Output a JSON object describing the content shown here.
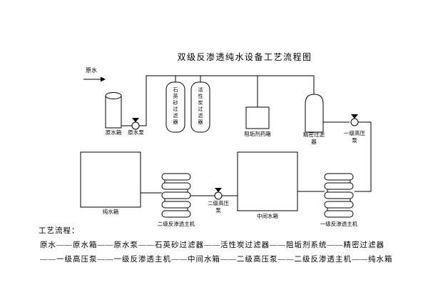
{
  "title": "双级反渗透纯水设备工艺流程图",
  "colors": {
    "line": "#000000",
    "background": "#ffffff"
  },
  "components": {
    "raw_water": "原水",
    "raw_water_tank": "原水箱",
    "raw_water_pump": "原水泵",
    "quartz_sand_filter": "石英砂过滤器",
    "activated_carbon_filter": "活性炭过滤器",
    "antiscalant_dosing_box": "阻垢剂药箱",
    "precision_filter": "精密过滤器",
    "stage1_hp_pump": "一级高压泵",
    "stage1_ro_unit": "一级反渗透主机",
    "intermediate_tank": "中间水箱",
    "stage2_hp_pump": "二级高压泵",
    "stage2_ro_unit": "二级反渗透主机",
    "pure_water_tank": "纯水箱"
  },
  "process_flow": {
    "heading": "工艺流程：",
    "line1": "原水——原水箱——原水泵——石英砂过滤器——活性炭过滤器——阻垢剂系统——精密过滤器",
    "line2": "——一级高压泵——一级反渗透主机——中间水箱——二级高压泵——二级反渗透主机——纯水箱"
  }
}
